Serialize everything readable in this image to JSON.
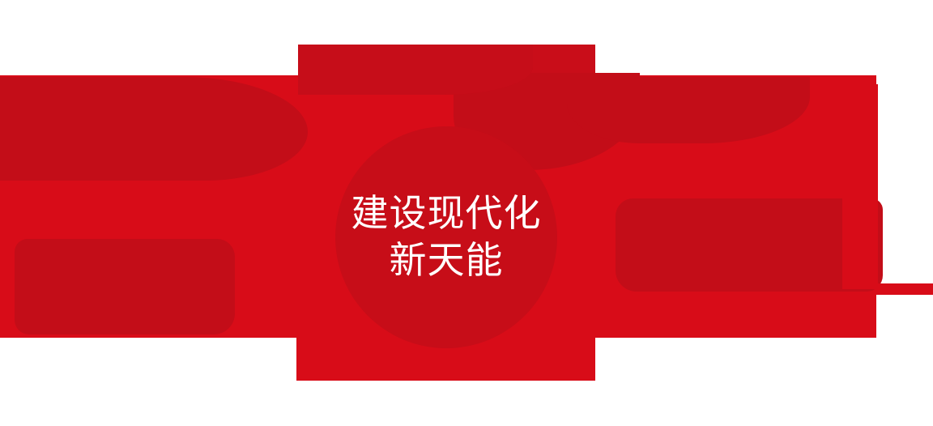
{
  "graphic": {
    "type": "logo-banner",
    "background_color": "#ffffff",
    "palette": {
      "red_bright": "#d80c18",
      "red_mid": "#c90d19",
      "red_deep": "#c30d18",
      "circle_red": "#c70d18",
      "text_white": "#ffffff"
    }
  },
  "emblem": {
    "shape": "circle",
    "fill": "#c70d18",
    "lines": [
      "建设现代化",
      "新天能"
    ]
  },
  "shapes": {
    "main_band_label": "main-red-band",
    "top_block_label": "upper-red-block",
    "bottom_block_label": "lower-red-block",
    "right_tail_label": "right-red-tail",
    "right_strip_label": "right-red-strip"
  }
}
